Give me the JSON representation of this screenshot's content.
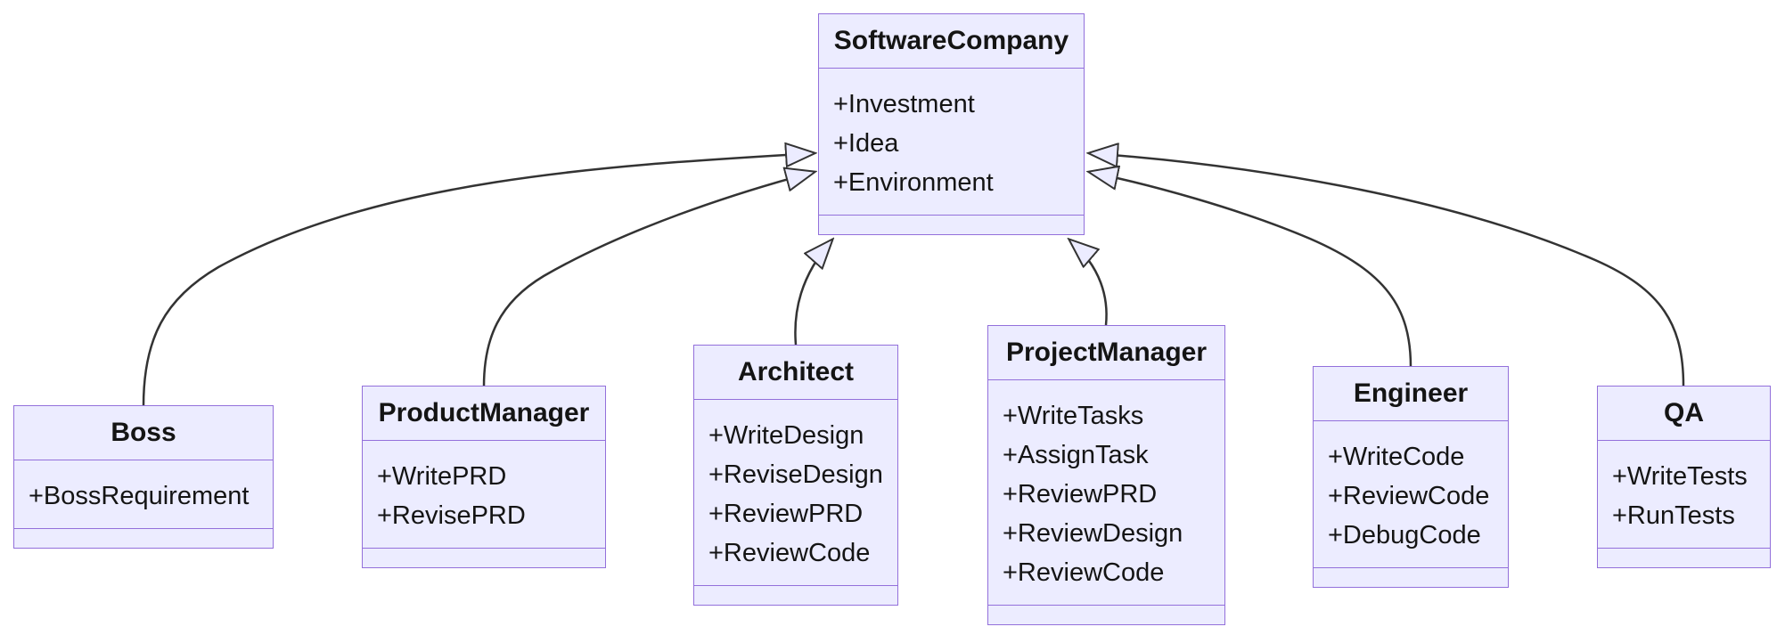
{
  "diagram": {
    "kind": "uml-class-diagram",
    "classes": [
      {
        "id": "software-company",
        "name": "SoftwareCompany",
        "members": [
          "+Investment",
          "+Idea",
          "+Environment"
        ]
      },
      {
        "id": "boss",
        "name": "Boss",
        "members": [
          "+BossRequirement"
        ]
      },
      {
        "id": "product-manager",
        "name": "ProductManager",
        "members": [
          "+WritePRD",
          "+RevisePRD"
        ]
      },
      {
        "id": "architect",
        "name": "Architect",
        "members": [
          "+WriteDesign",
          "+ReviseDesign",
          "+ReviewPRD",
          "+ReviewCode"
        ]
      },
      {
        "id": "project-manager",
        "name": "ProjectManager",
        "members": [
          "+WriteTasks",
          "+AssignTask",
          "+ReviewPRD",
          "+ReviewDesign",
          "+ReviewCode"
        ]
      },
      {
        "id": "engineer",
        "name": "Engineer",
        "members": [
          "+WriteCode",
          "+ReviewCode",
          "+DebugCode"
        ]
      },
      {
        "id": "qa",
        "name": "QA",
        "members": [
          "+WriteTests",
          "+RunTests"
        ]
      }
    ],
    "relationships": [
      {
        "from": "Boss",
        "to": "SoftwareCompany",
        "type": "inheritance"
      },
      {
        "from": "ProductManager",
        "to": "SoftwareCompany",
        "type": "inheritance"
      },
      {
        "from": "Architect",
        "to": "SoftwareCompany",
        "type": "inheritance"
      },
      {
        "from": "ProjectManager",
        "to": "SoftwareCompany",
        "type": "inheritance"
      },
      {
        "from": "Engineer",
        "to": "SoftwareCompany",
        "type": "inheritance"
      },
      {
        "from": "QA",
        "to": "SoftwareCompany",
        "type": "inheritance"
      }
    ],
    "colors": {
      "node_fill": "#ECECFF",
      "node_border": "#9370DB",
      "edge": "#333333",
      "text": "#141414",
      "background": "#FFFFFF"
    }
  }
}
